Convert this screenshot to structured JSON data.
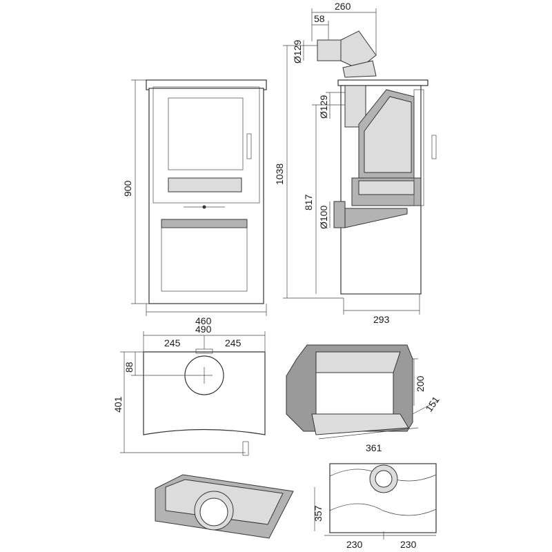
{
  "front_view": {
    "height": "900",
    "width": "460"
  },
  "side_view": {
    "flue_offset": "260",
    "flue_top_offset": "58",
    "flue_diameter_top": "Ø129",
    "flue_diameter_rear": "Ø129",
    "total_height": "1038",
    "rear_flue_height": "817",
    "air_inlet_diameter": "Ø100",
    "depth": "293"
  },
  "top_plate": {
    "width": "490",
    "half_left": "245",
    "half_right": "245",
    "flue_center_depth": "88",
    "depth": "401"
  },
  "firebox": {
    "height": "200",
    "depth": "151",
    "width": "361"
  },
  "base": {
    "height": "357",
    "half_left": "230",
    "half_right": "230"
  }
}
